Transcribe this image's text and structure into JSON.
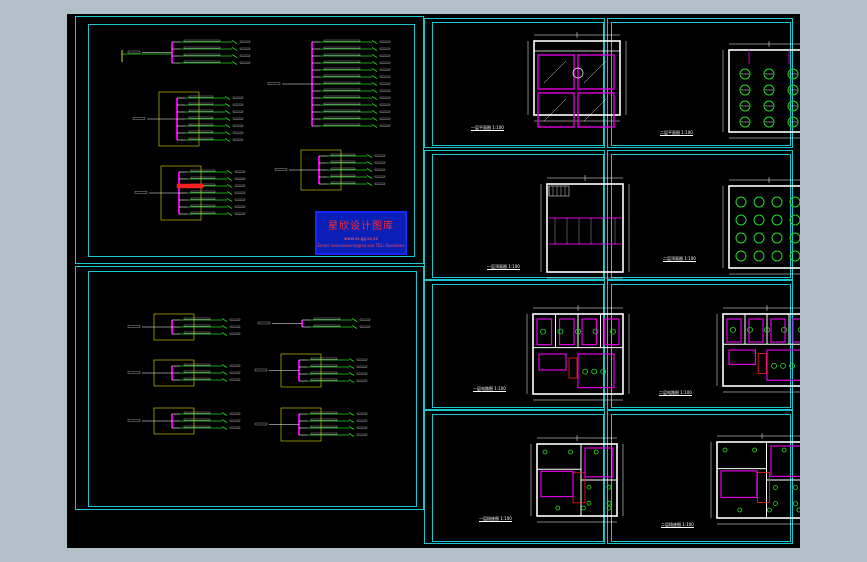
{
  "stamp": {
    "title": "星欣设计图库",
    "line2": "www.xx.gg.xx.xx",
    "line3": "Email: xxxxxxxxxxx@xx.xxx  TEL: 0xxxxxxx"
  },
  "plans": [
    {
      "title": "一层平面图 1:100"
    },
    {
      "title": "二层平面图 1:100"
    },
    {
      "title": "一层顶面图 1:100"
    },
    {
      "title": "二层顶面图 1:100"
    },
    {
      "title": "一层电路图 1:100"
    },
    {
      "title": "二层电路图 1:100"
    },
    {
      "title": "一层插座图 1:100"
    },
    {
      "title": "二层插座图 1:100"
    }
  ],
  "colors": {
    "background": "#000000",
    "frame": "#17c6cf",
    "magenta": "#e200e2",
    "green": "#22dd22",
    "yellow": "#e0e000",
    "red": "#ff2020",
    "white": "#ffffff"
  }
}
